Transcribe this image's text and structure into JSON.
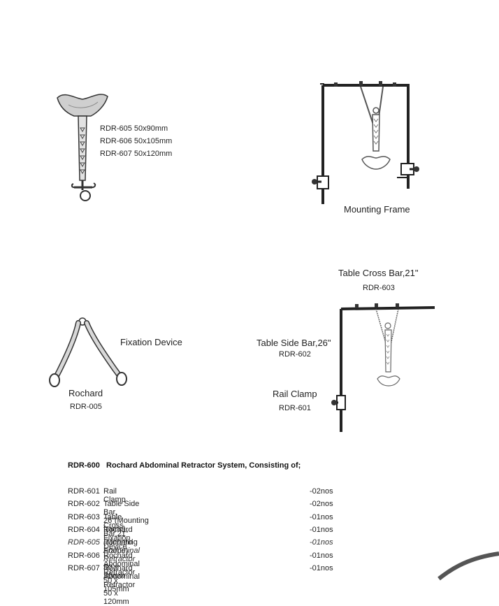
{
  "retractor": {
    "specs": [
      "RDR-605  50x90mm",
      "RDR-606  50x105mm",
      "RDR-607  50x120mm"
    ]
  },
  "mounting_frame": {
    "label": "Mounting Frame"
  },
  "cross_bar": {
    "label": "Table Cross Bar,21\"",
    "code": "RDR-603"
  },
  "side_bar": {
    "label": "Table Side Bar,26\"",
    "code": "RDR-602"
  },
  "rail_clamp": {
    "label": "Rail Clamp",
    "code": "RDR-601"
  },
  "fixation": {
    "label": "Fixation Device",
    "name": "Rochard",
    "code": "RDR-005"
  },
  "system": {
    "code": "RDR-600",
    "title": "Rochard Abdominal Retractor System, Consisting of;",
    "items": [
      {
        "code": "RDR-601",
        "name": "Rail Clamp",
        "qty": "-02nos"
      },
      {
        "code": "RDR-602",
        "name": "Table Side Bar, 26”(Mounting frame)",
        "qty": "-02nos"
      },
      {
        "code": "RDR-603",
        "name": "Table Cross Bar,21” (Mounting Frame)",
        "qty": "-01nos"
      },
      {
        "code": "RDR-604",
        "name": "Rochard Fixation Device",
        "qty": "-01nos"
      },
      {
        "code": "RDR-605",
        "name": "Rochard Abdominal Retractor 50 x 90mm",
        "qty": "-01nos"
      },
      {
        "code": "RDR-606",
        "name": "Rochard Abdominal Retractor 50 x 105mm",
        "qty": "-01nos"
      },
      {
        "code": "RDR-607",
        "name": "Rochard Abdominal Retractor 50 x 120mm",
        "qty": "-01nos"
      }
    ]
  }
}
